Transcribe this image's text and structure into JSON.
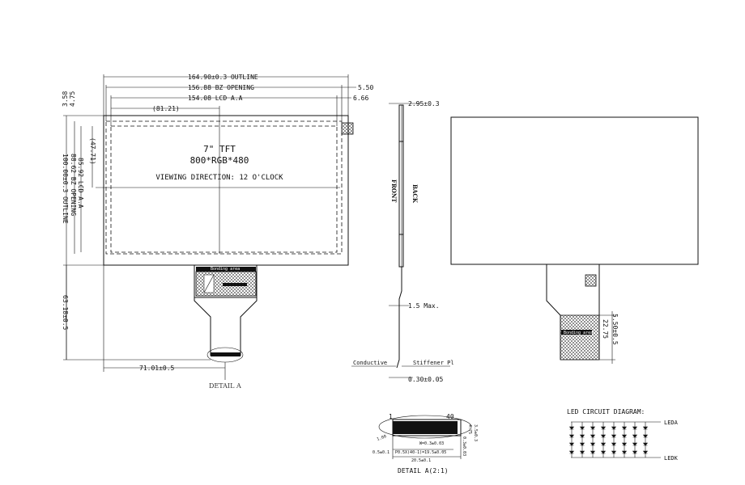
{
  "front_view": {
    "outline_width": "164.90±0.3 OUTLINE",
    "bz_opening_width": "156.88 BZ OPENING",
    "lcd_aa_width": "154.08 LCD A.A",
    "center_offset_x": "(81.21)",
    "right_offset_bz": "5.50",
    "right_offset_aa": "6.66",
    "left_offset_top_1": "4.75",
    "left_offset_top_2": "3.58",
    "center_offset_y": "(47.71)",
    "lcd_aa_height": "85.92 LCD A.A",
    "bz_opening_height": "88.62 BZ OPENING",
    "outline_height": "100.00±0.3 OUTLINE",
    "fpc_length": "63.18±0.5",
    "fpc_offset_x": "71.01±0.5",
    "title_line1": "7\" TFT",
    "title_line2": "800*RGB*480",
    "title_line3": "VIEWING DIRECTION: 12 O'CLOCK",
    "bonding_label": "Bonding area",
    "detail_label": "DETAIL A"
  },
  "side_view": {
    "thickness": "2.95±0.3",
    "front_label": "FRONT",
    "back_label": "BACK",
    "max_label": "1.5 Max.",
    "conductive_label": "Conductive",
    "stiffener_label": "Stiffener Pl",
    "fpc_thickness": "0.30±0.05"
  },
  "back_view": {
    "dim_a": "5.50±0.5",
    "dim_b": "22.75",
    "bonding_label": "Bonding area"
  },
  "detail_a": {
    "pin_first": "1",
    "pin_last": "40",
    "w_label": "W=0.3±0.03",
    "pitch_label": "P0.5X(40-1)=19.5±0.05",
    "total_label": "20.5±0.1",
    "edge_label": "0.5±0.1",
    "r_label": "1.00",
    "d1": "3.5±0.3",
    "d2": "0.3±0.03",
    "d3": "4.75",
    "caption": "DETAIL A(2:1)"
  },
  "led_diagram": {
    "title": "LED CIRCUIT DIAGRAM:",
    "anode_label": "LEDA",
    "cathode_label": "LEDK",
    "columns": 8,
    "rows": 4
  }
}
